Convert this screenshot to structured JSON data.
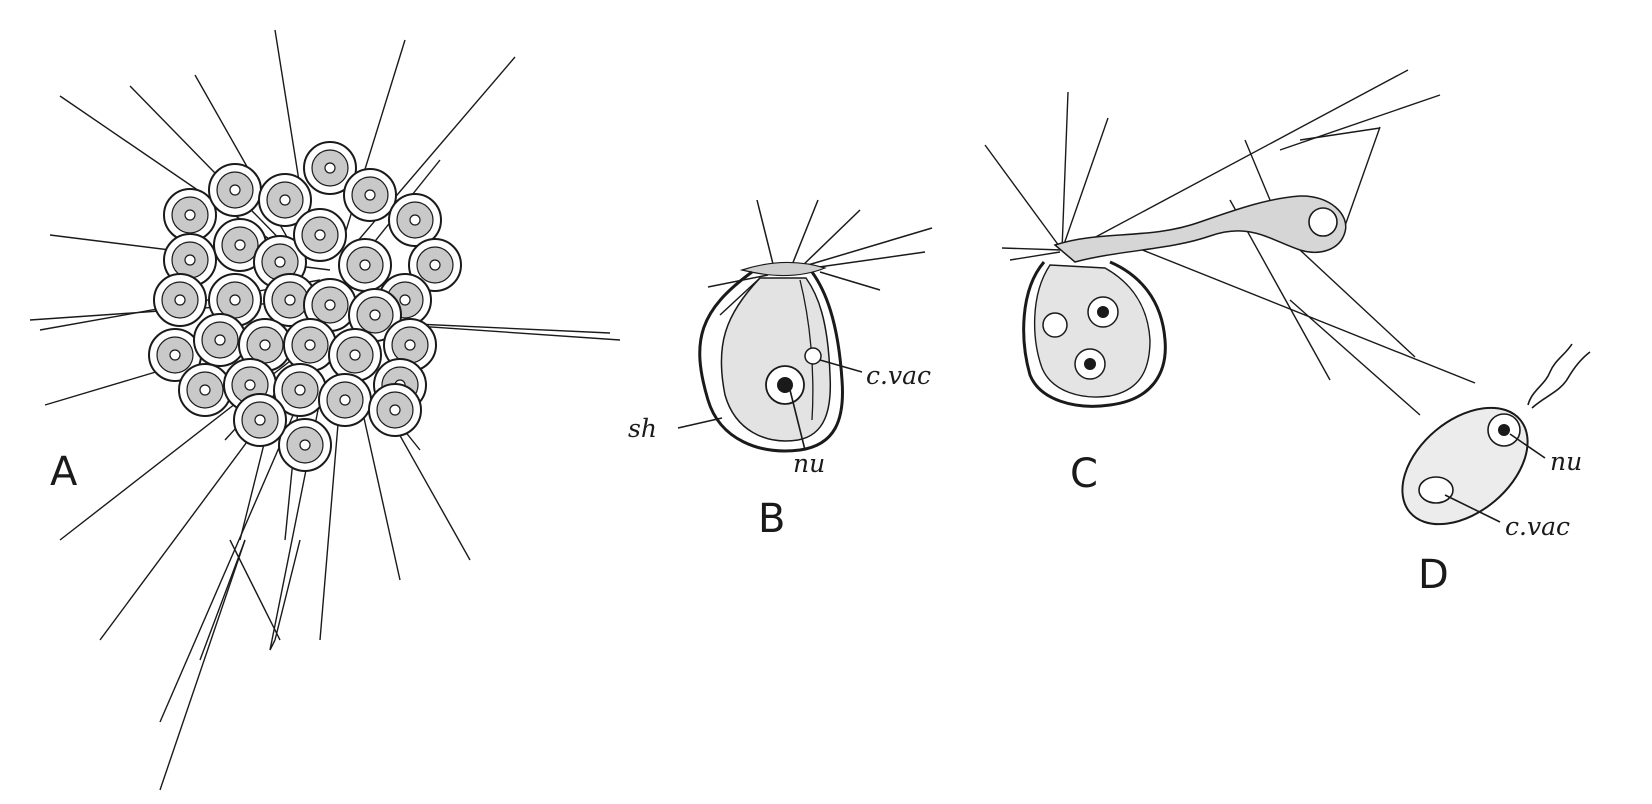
{
  "panels": [
    {
      "id": "A",
      "letter": "A"
    },
    {
      "id": "B",
      "letter": "B",
      "callouts": [
        "sh",
        "nu",
        "c.vac"
      ]
    },
    {
      "id": "C",
      "letter": "C"
    },
    {
      "id": "D",
      "letter": "D",
      "callouts": [
        "nu",
        "c.vac"
      ]
    }
  ],
  "colors": {
    "ink": "#1a1a1a",
    "paper": "#ffffff"
  }
}
